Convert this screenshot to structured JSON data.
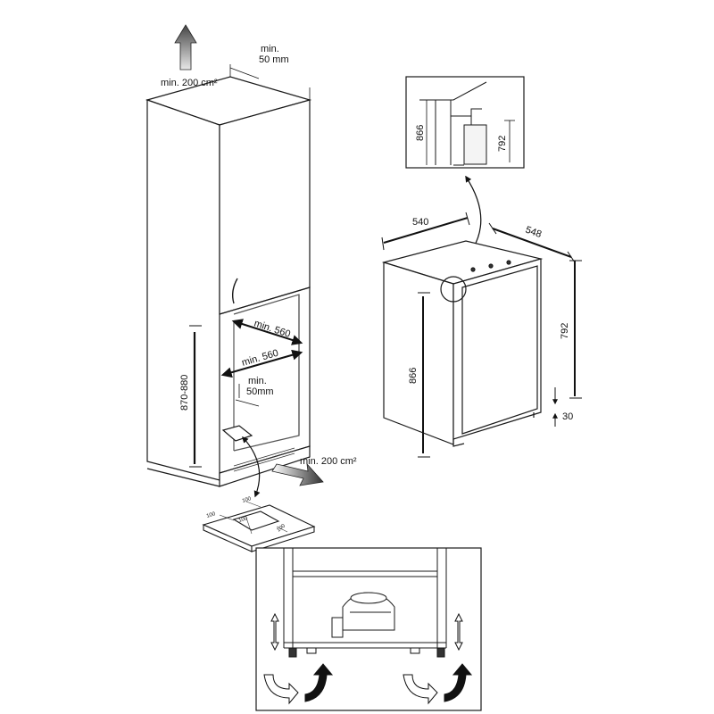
{
  "cabinet": {
    "vent_top": "min. 200 cm²",
    "top_gap": "min.",
    "top_gap_value": "50 mm",
    "height_range": "870-880",
    "depth_top": "min. 560",
    "depth_bottom": "min. 560",
    "rear_gap": "min.",
    "rear_gap_value": "50mm",
    "vent_bottom": "min. 200 cm²"
  },
  "floor_cutout": {
    "dims": [
      "100",
      "100",
      "100",
      "100"
    ]
  },
  "appliance": {
    "width": "540",
    "depth": "548",
    "height": "866",
    "door_height": "792",
    "plinth": "30"
  },
  "detail": {
    "height": "866",
    "door_height": "792"
  },
  "colors": {
    "line": "#1a1a1a",
    "grey": "#8a8a8a",
    "panel": "#f2f2f2"
  }
}
